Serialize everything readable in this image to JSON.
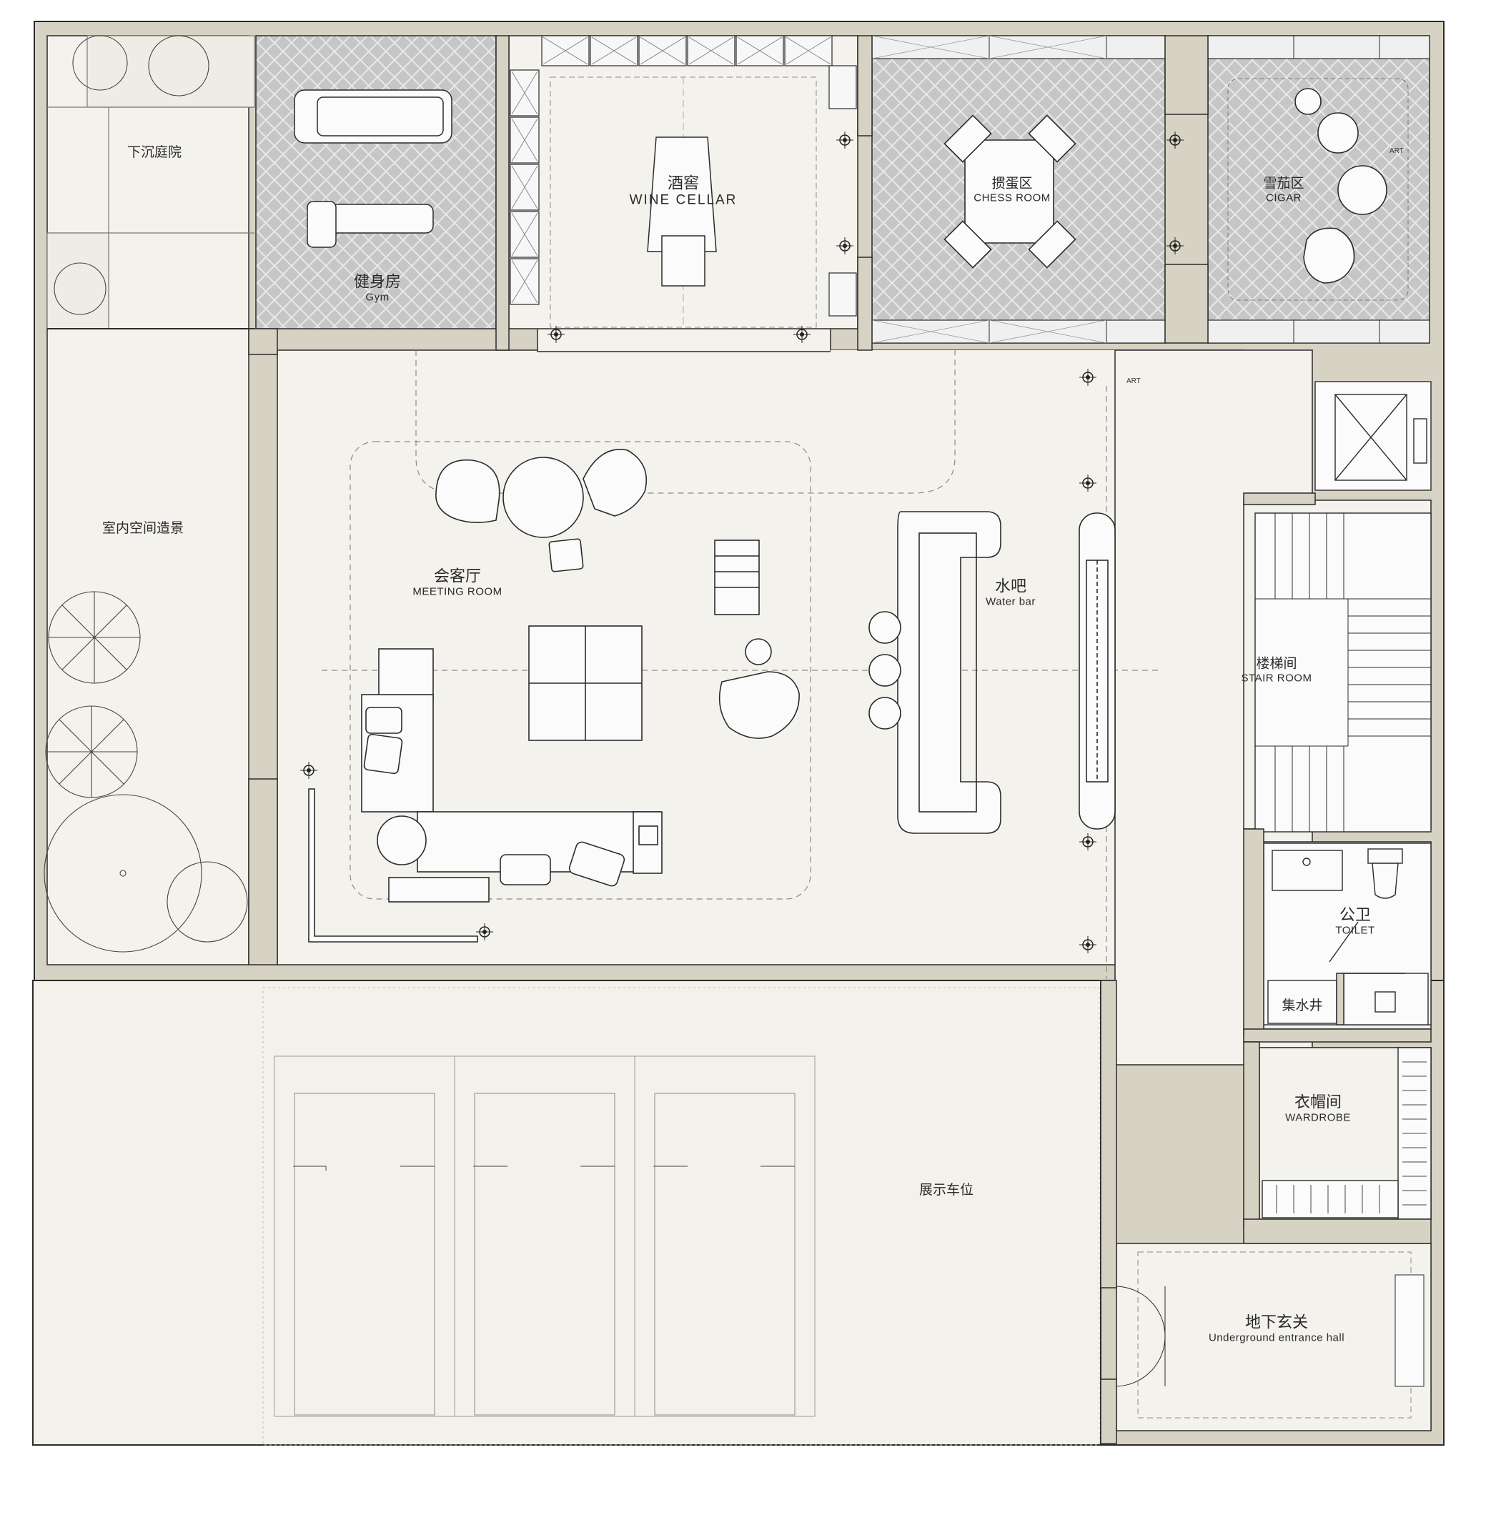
{
  "colors": {
    "wall": "#d7d3c4",
    "floor": "#f4f2ec",
    "line": "#2b2b2b",
    "herringbone": "#c9c9c9",
    "background": "#ffffff"
  },
  "rooms": {
    "sunken_courtyard": {
      "zh": "下沉庭院"
    },
    "gym": {
      "zh": "健身房",
      "en": "Gym"
    },
    "wine_cellar": {
      "zh": "酒窖",
      "en": "WINE  CELLAR"
    },
    "chess_room": {
      "zh": "掼蛋区",
      "en": "CHESS ROOM"
    },
    "cigar": {
      "zh": "雪茄区",
      "en": "CIGAR"
    },
    "indoor_landscape": {
      "zh": "室内空间造景"
    },
    "meeting_room": {
      "zh": "会客厅",
      "en": "MEETING ROOM"
    },
    "water_bar": {
      "zh": "水吧",
      "en": "Water bar"
    },
    "stair_room": {
      "zh": "楼梯间",
      "en": "STAIR  ROOM"
    },
    "toilet": {
      "zh": "公卫",
      "en": "TOILET"
    },
    "sump_pit": {
      "zh": "集水井"
    },
    "wardrobe": {
      "zh": "衣帽间",
      "en": "WARDROBE"
    },
    "display_parking": {
      "zh": "展示车位"
    },
    "entrance_hall": {
      "zh": "地下玄关",
      "en": "Underground entrance hall"
    }
  },
  "annotations": {
    "art": "ART"
  }
}
